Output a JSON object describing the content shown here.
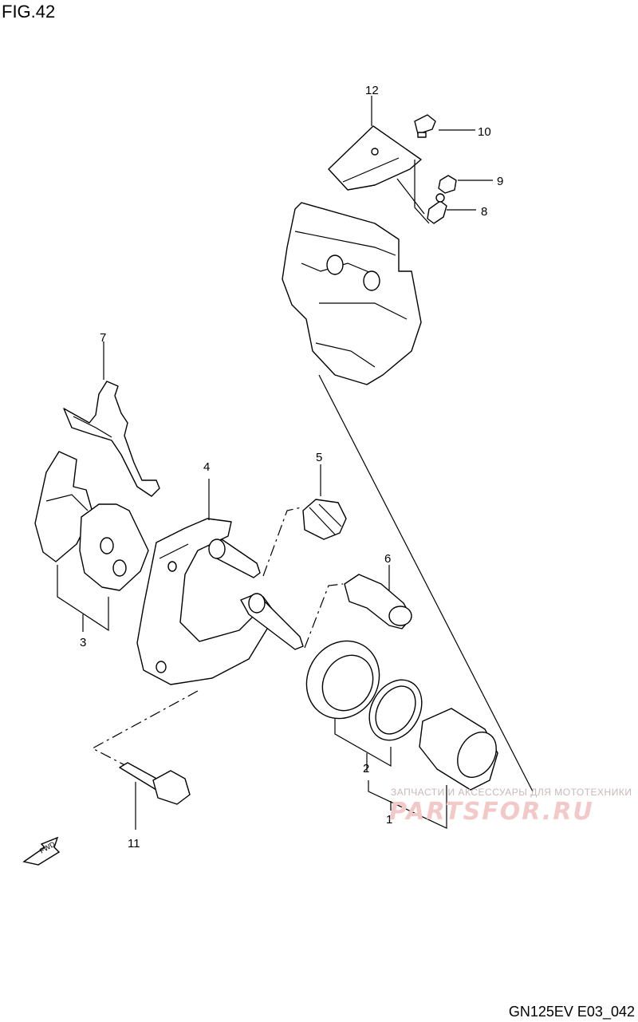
{
  "figure": {
    "title": "FIG.42",
    "code": "GN125EV E03_042"
  },
  "labels": [
    "1",
    "2",
    "3",
    "4",
    "5",
    "6",
    "7",
    "8",
    "9",
    "10",
    "11",
    "12"
  ],
  "fwd_icon": {
    "name": "fwd-arrow-icon",
    "text": "FWD"
  },
  "watermark": {
    "subtitle": "ЗАПЧАСТИ И АКСЕССУАРЫ ДЛЯ МОТОТЕХНИКИ",
    "logo": "PARTSFOR.RU"
  }
}
